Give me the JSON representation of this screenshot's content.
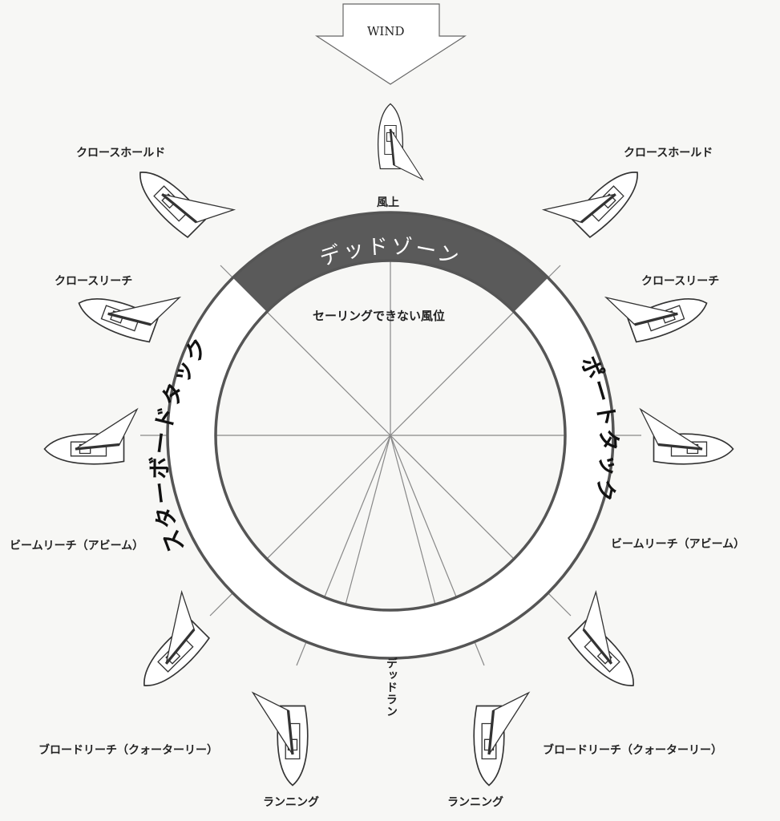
{
  "wind": {
    "label": "WIND"
  },
  "upwind_label": "風上",
  "dead_zone": {
    "title": "デッドゾーン",
    "subtitle": "セーリングできない風位",
    "color": "#5a5a5a"
  },
  "tacks": {
    "starboard": "スターボードタック",
    "port": "ポートタック"
  },
  "dead_run": "デッドラン",
  "points_left": [
    {
      "label": "クロースホールド"
    },
    {
      "label": "クロースリーチ"
    },
    {
      "label": "ビームリーチ（アビーム）"
    },
    {
      "label": "ブロードリーチ（クォーターリー）"
    },
    {
      "label": "ランニング"
    }
  ],
  "points_right": [
    {
      "label": "クロースホールド"
    },
    {
      "label": "クロースリーチ"
    },
    {
      "label": "ビームリーチ（アビーム）"
    },
    {
      "label": "ブロードリーチ（クォーターリー）"
    },
    {
      "label": "ランニング"
    }
  ]
}
